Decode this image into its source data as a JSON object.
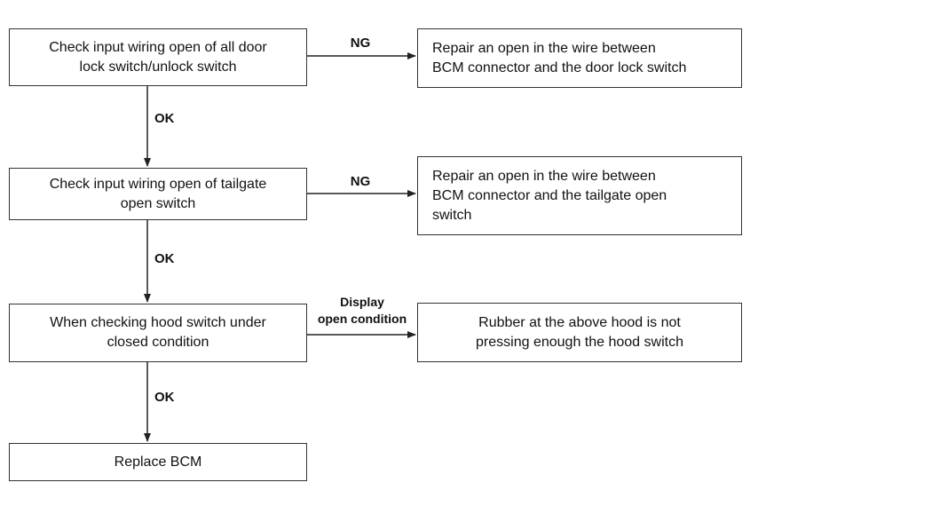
{
  "steps": [
    {
      "text": "Check input wiring open of all door\nlock switch/unlock switch"
    },
    {
      "text": "Check input wiring open of tailgate\nopen switch"
    },
    {
      "text": "When checking hood switch under\nclosed condition"
    },
    {
      "text": "Replace BCM"
    }
  ],
  "results": [
    {
      "text": "Repair an open in the wire between\nBCM connector and the door lock switch"
    },
    {
      "text": "Repair an open in the wire between\nBCM connector and the tailgate open\nswitch"
    },
    {
      "text": "Rubber at the above hood is not\npressing enough the hood switch"
    }
  ],
  "labels": {
    "ng_1": "NG",
    "ng_2": "NG",
    "display_open": "Display\nopen condition",
    "ok_1": "OK",
    "ok_2": "OK",
    "ok_3": "OK"
  }
}
